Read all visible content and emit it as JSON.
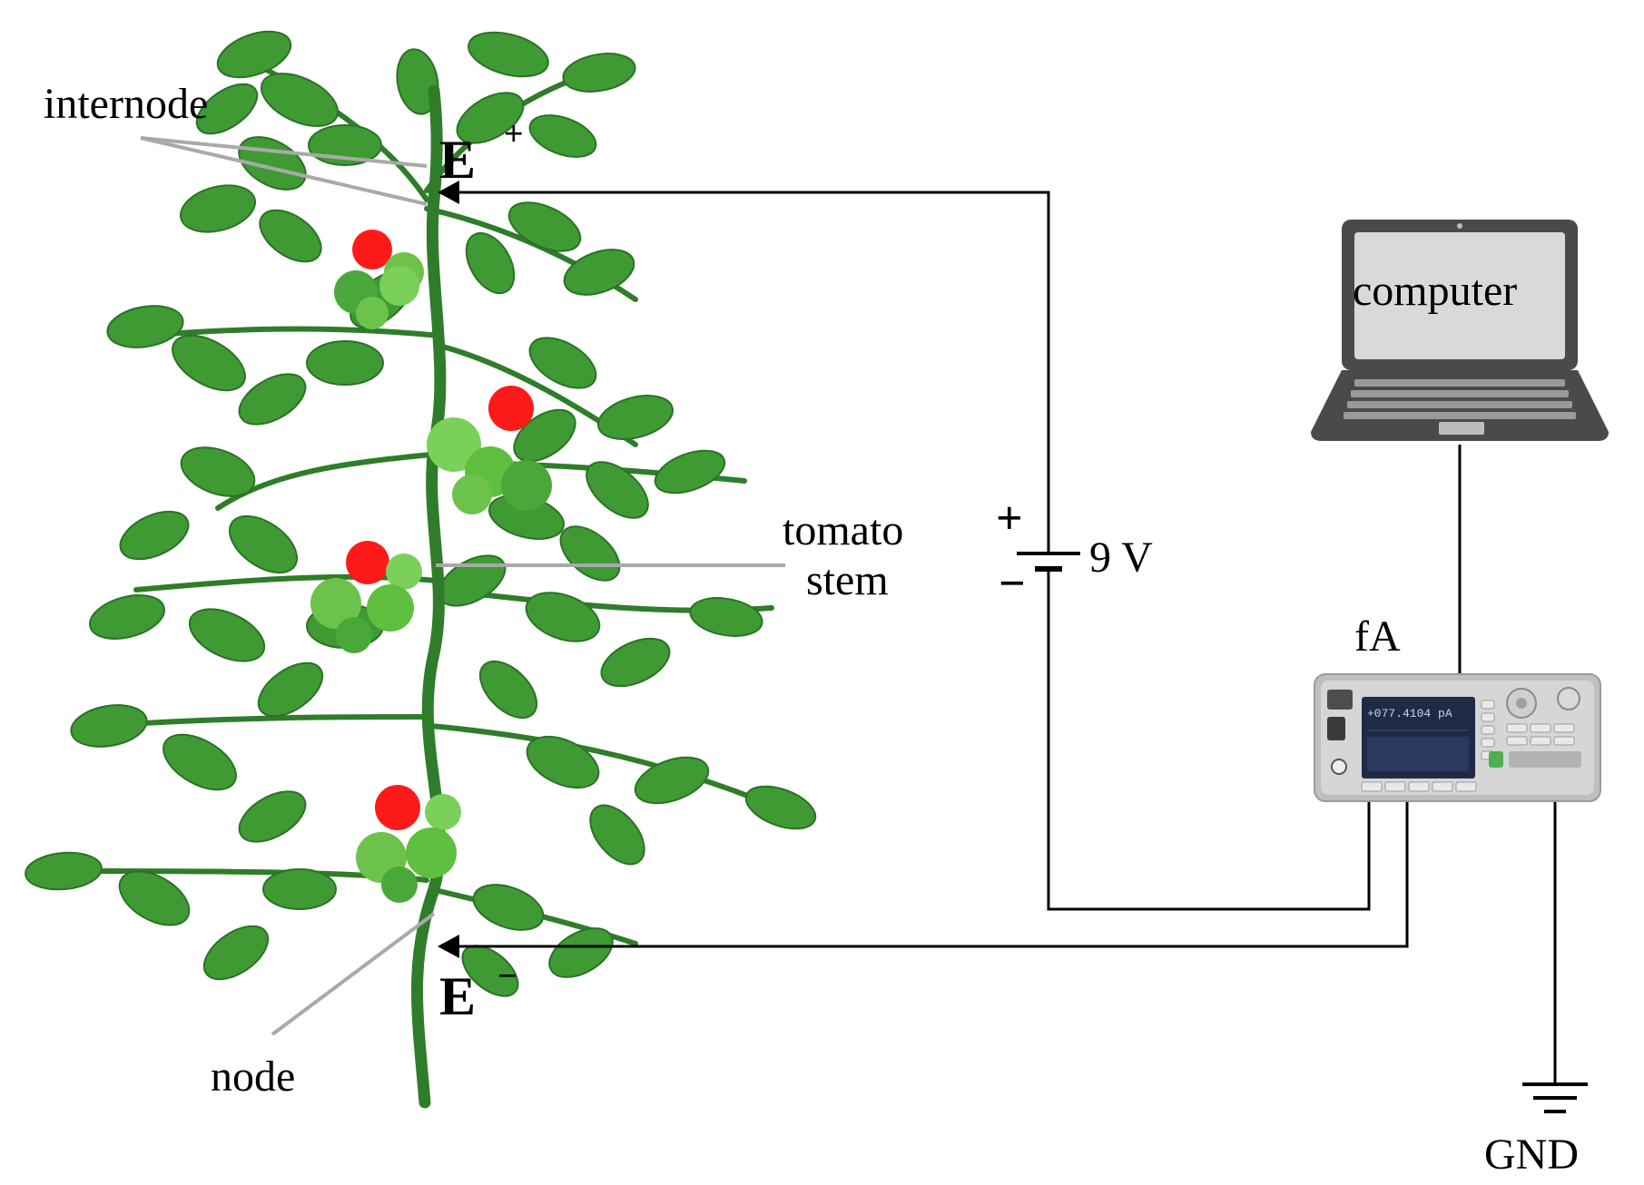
{
  "labels": {
    "internode": "internode",
    "node": "node",
    "tomato_stem_line1": "tomato",
    "tomato_stem_line2": "stem",
    "electrode_plus": "E",
    "electrode_plus_sup": "+",
    "electrode_minus": "E",
    "electrode_minus_sup": "−",
    "battery_plus": "+",
    "battery_minus": "−",
    "battery_voltage": "9 V",
    "computer": "computer",
    "meter": "fA",
    "ground": "GND"
  },
  "meter_display": {
    "reading": "+077.4104 pA"
  },
  "colors": {
    "leaf": "#3f9a34",
    "leaf_dark": "#2b7226",
    "stem": "#2f7d2a",
    "ripe_fruit": "#ff1a1a",
    "unripe_fruit": "#5fbf3e",
    "lead_line": "#a9a9a9",
    "wire": "#000000",
    "laptop_body": "#4a4a4a",
    "laptop_screen": "#d9d9d9",
    "meter_body": "#c9c9c9",
    "meter_screen": "#1f2a44"
  }
}
